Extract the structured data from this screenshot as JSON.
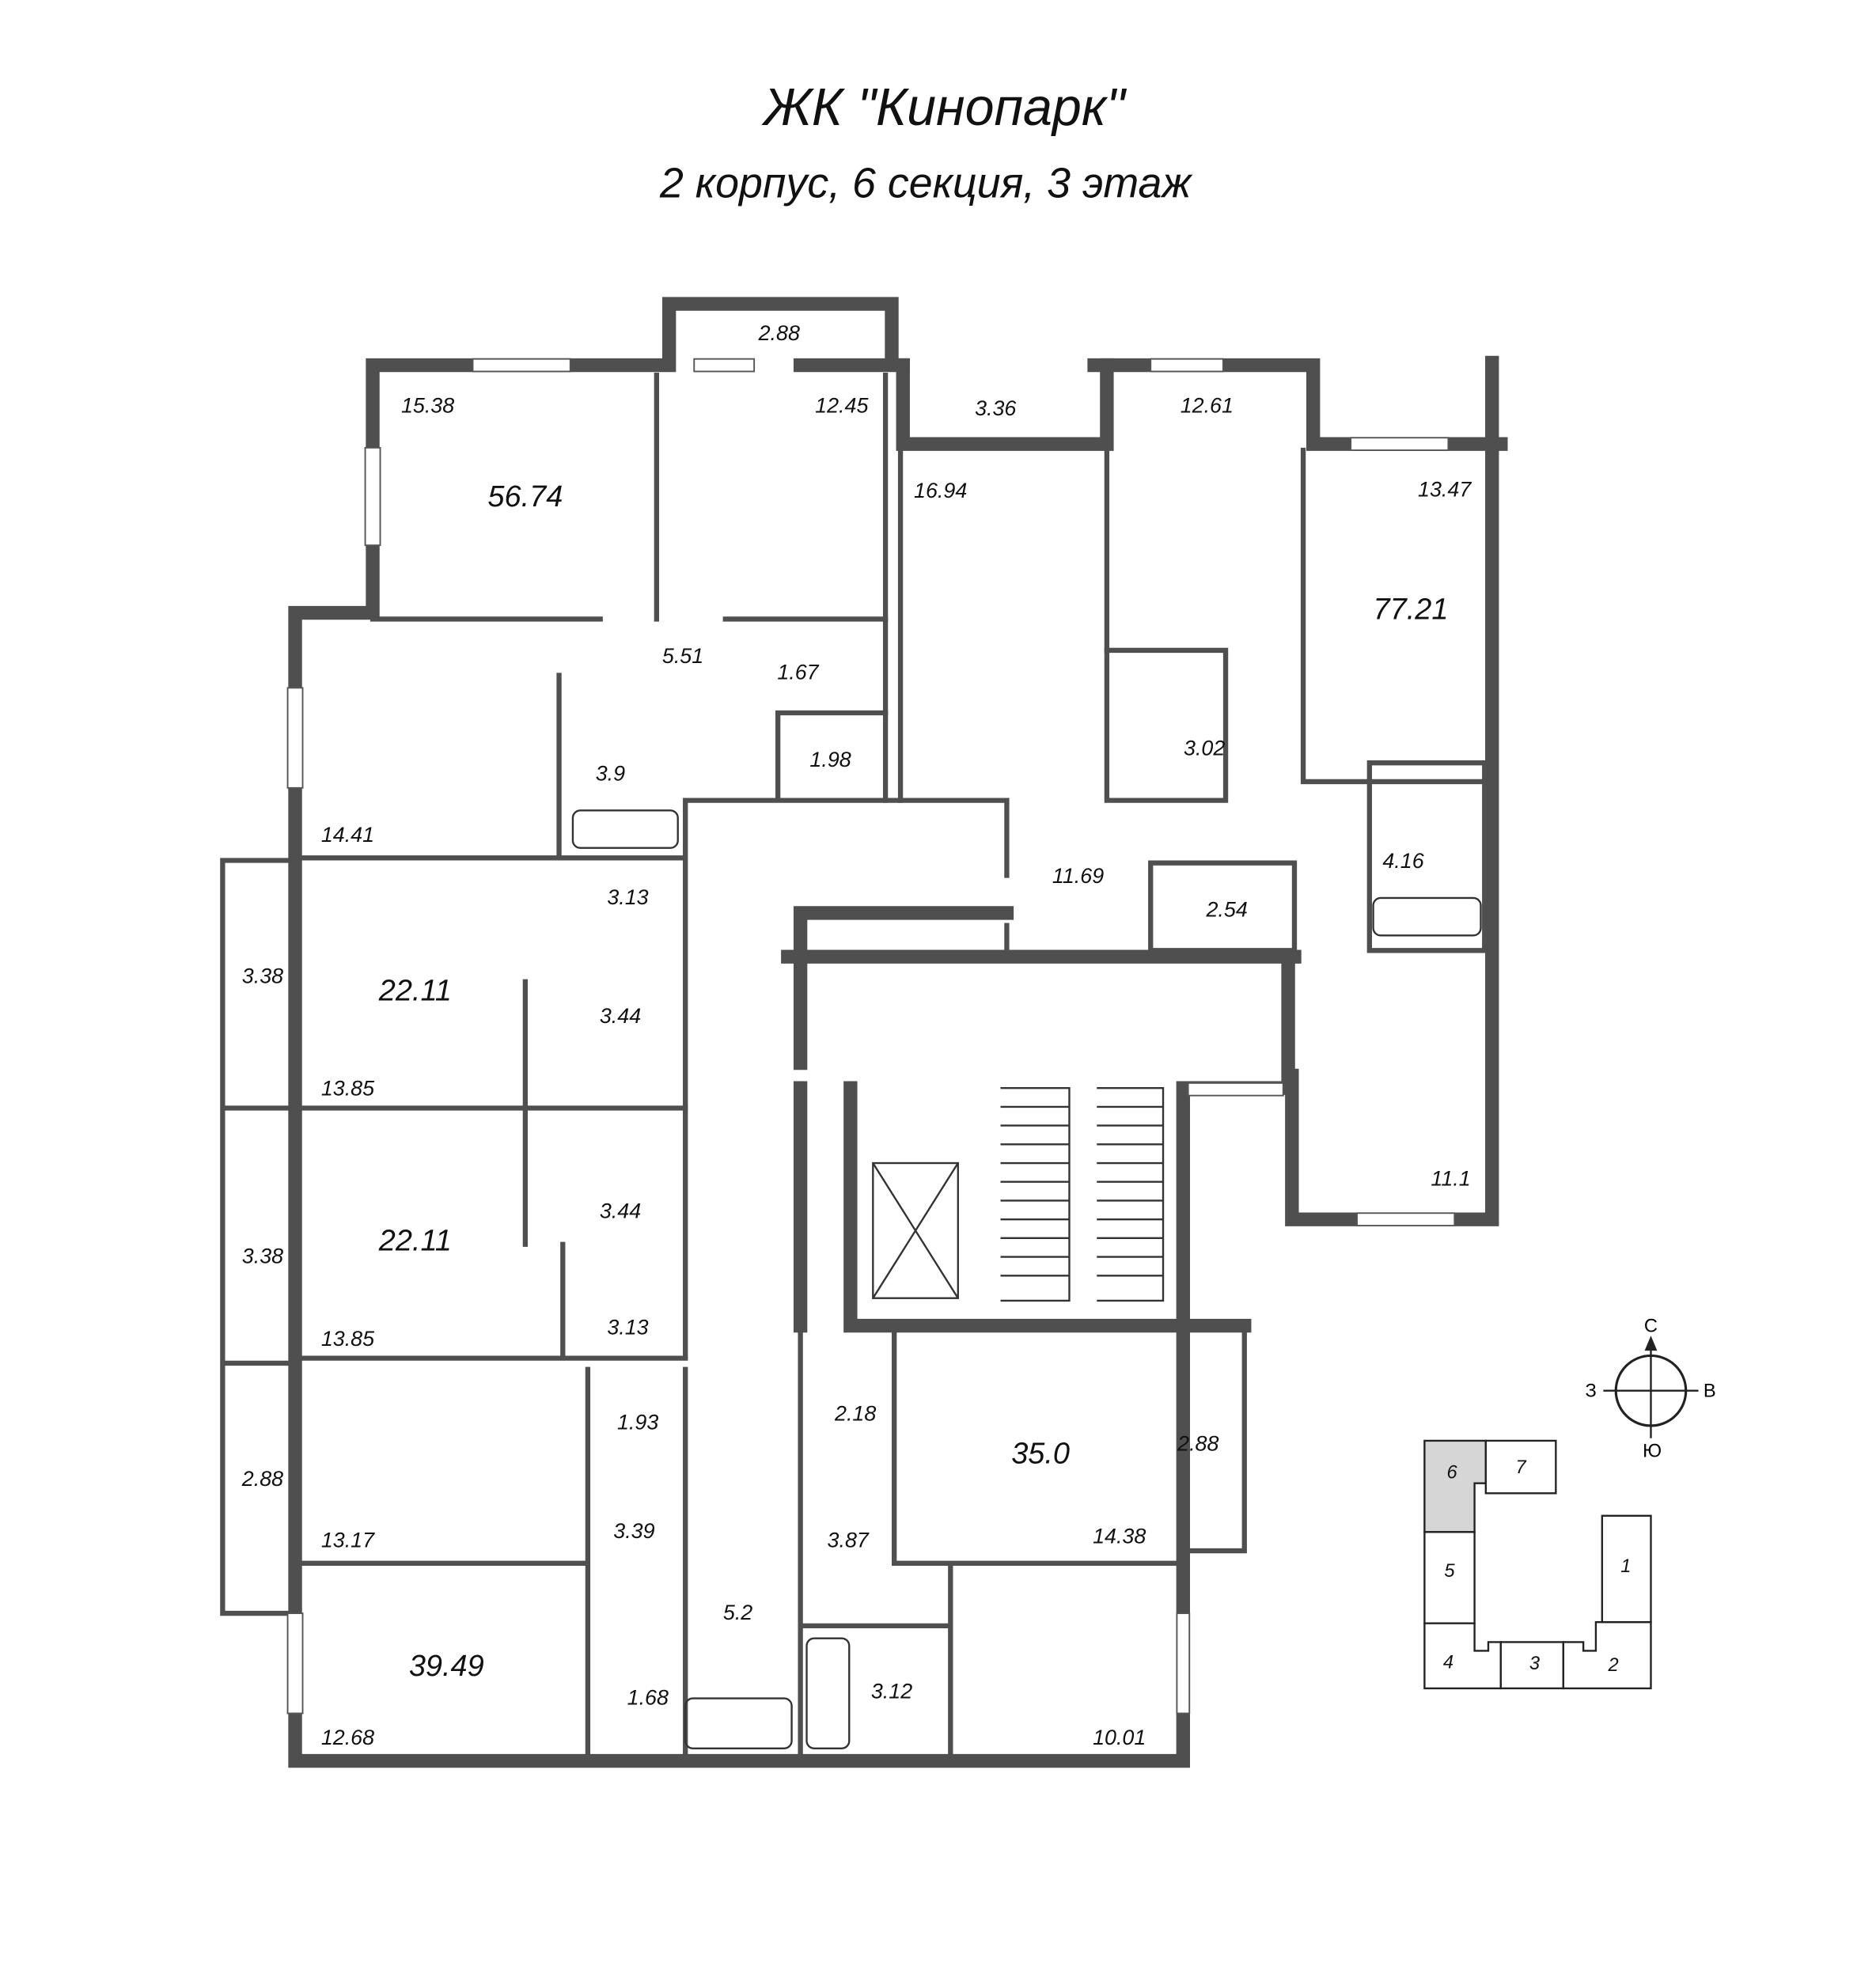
{
  "header": {
    "title": "ЖК \"Кинопарк\"",
    "subtitle": "2 корпус, 6 секция, 3 этаж"
  },
  "rooms": [
    "15.38",
    "56.74",
    "2.88",
    "12.45",
    "3.36",
    "12.61",
    "16.94",
    "13.47",
    "77.21",
    "5.51",
    "1.67",
    "14.41",
    "3.9",
    "1.98",
    "3.02",
    "11.69",
    "2.54",
    "4.16",
    "3.13",
    "3.38",
    "22.11",
    "3.44",
    "13.85",
    "22.11",
    "3.44",
    "3.38",
    "11.1",
    "3.13",
    "13.85",
    "1.93",
    "2.18",
    "35.0",
    "2.88",
    "2.88",
    "13.17",
    "3.39",
    "3.87",
    "14.38",
    "5.2",
    "39.49",
    "3.12",
    "1.68",
    "12.68",
    "10.01"
  ],
  "compass": {
    "north": "С",
    "south": "Ю",
    "west": "З",
    "east": "В"
  },
  "keyplan": {
    "sections": [
      "1",
      "2",
      "3",
      "4",
      "5",
      "6",
      "7"
    ],
    "highlighted": "6",
    "highlight_color": "#d6d6d6"
  },
  "colors": {
    "wall": "#4f4f4f"
  }
}
